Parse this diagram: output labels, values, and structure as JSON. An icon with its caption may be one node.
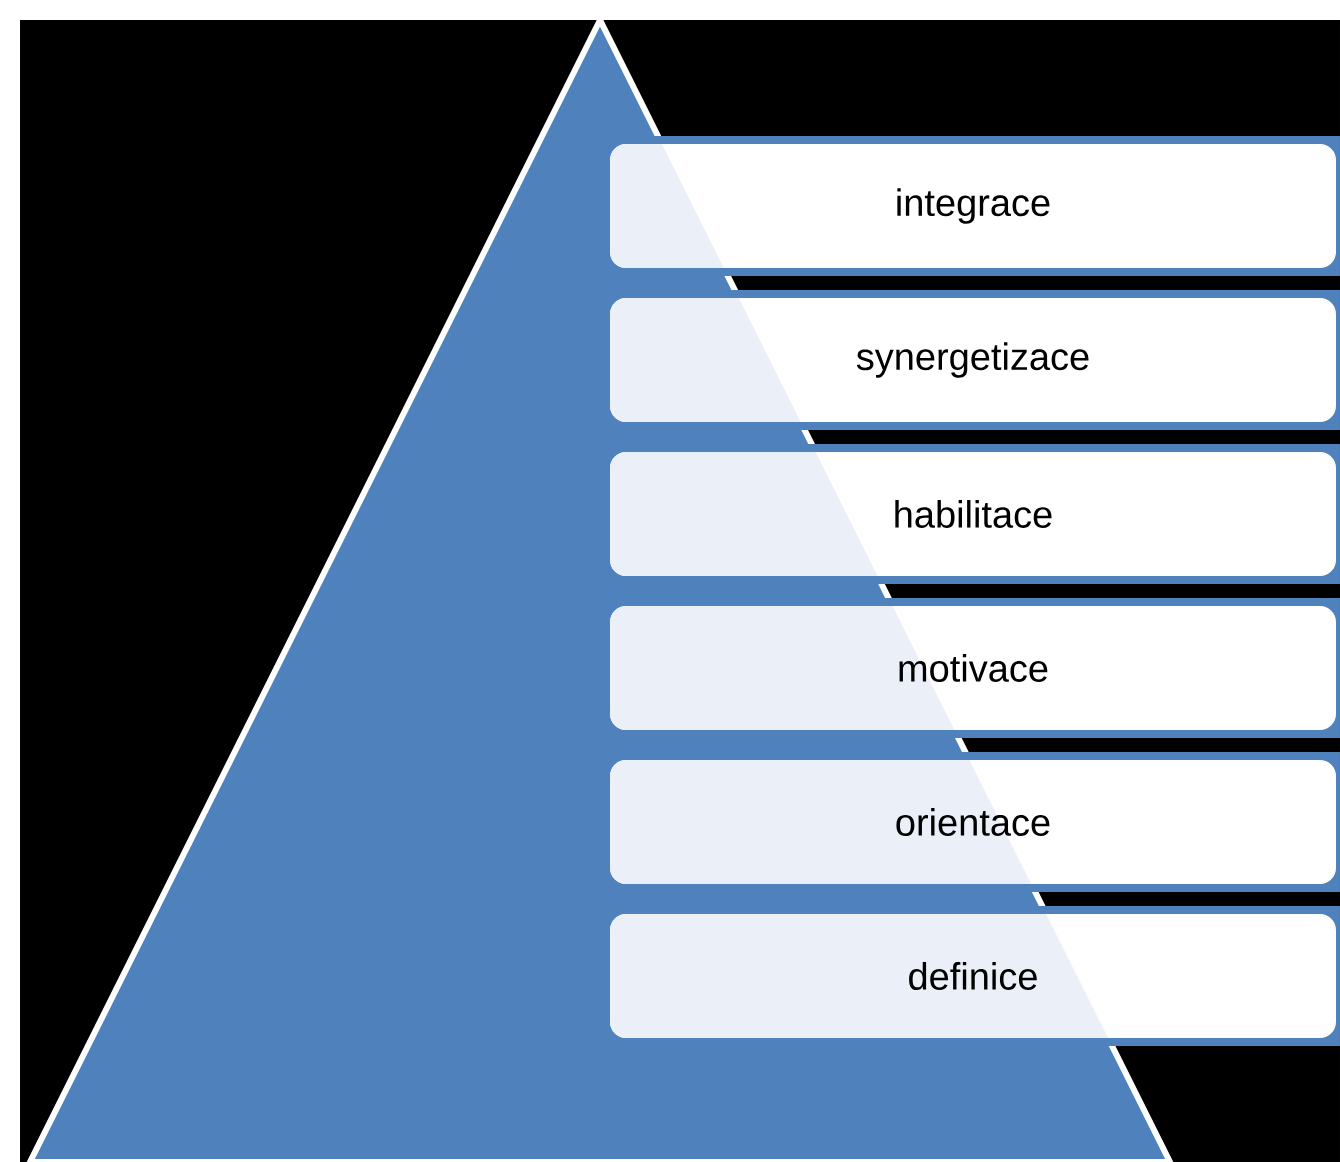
{
  "diagram": {
    "nodes": [
      {
        "text": [
          "integrace"
        ]
      },
      {
        "text": [
          "synergetizace"
        ]
      },
      {
        "text": [
          "habilitace"
        ]
      },
      {
        "text": [
          "motivace"
        ]
      },
      {
        "text": [
          "orientace"
        ]
      },
      {
        "text": [
          "definice"
        ]
      }
    ]
  }
}
